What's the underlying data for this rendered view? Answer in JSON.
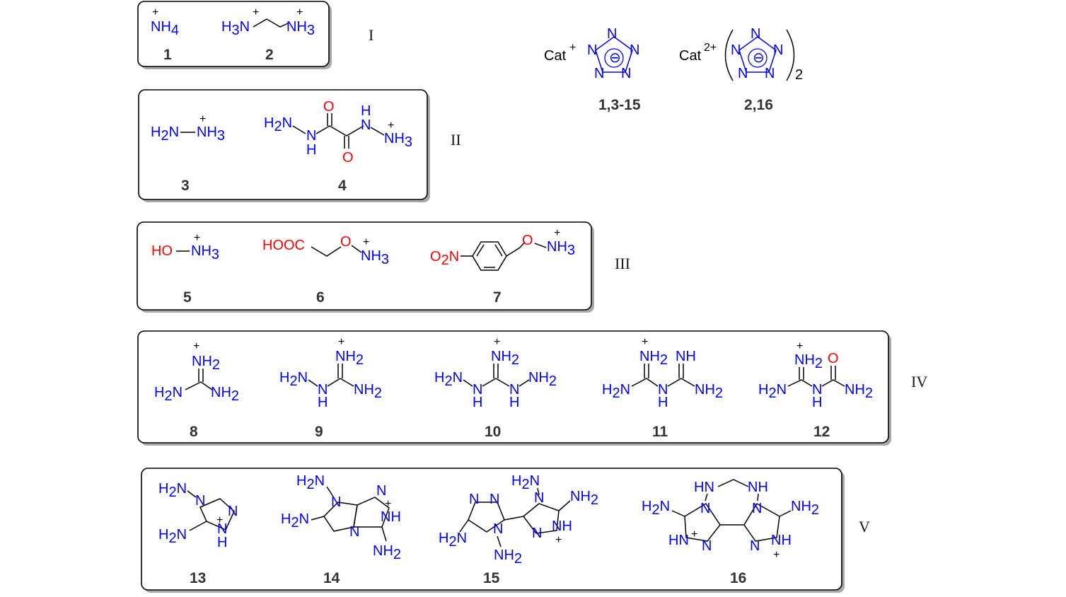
{
  "anion_panel": {
    "cat1_label": "Cat",
    "cat1_charge": "+",
    "cat2_label": "Cat",
    "cat2_charge": "2+",
    "subscript_two": "2",
    "anion_minus": "⊖",
    "n_atom": "N",
    "caption_1": "1,3-15",
    "caption_2": "2,16"
  },
  "groups": [
    {
      "roman": "I",
      "compounds": [
        "1",
        "2"
      ]
    },
    {
      "roman": "II",
      "compounds": [
        "3",
        "4"
      ]
    },
    {
      "roman": "III",
      "compounds": [
        "5",
        "6",
        "7"
      ]
    },
    {
      "roman": "IV",
      "compounds": [
        "8",
        "9",
        "10",
        "11",
        "12"
      ]
    },
    {
      "roman": "V",
      "compounds": [
        "13",
        "14",
        "15",
        "16"
      ]
    }
  ],
  "atoms": {
    "nh4": "NH4",
    "h3n": "H3N",
    "nh3": "NH3",
    "h2n": "H2N",
    "nh2": "NH2",
    "nh": "NH",
    "hn": "HN",
    "n": "N",
    "h": "H",
    "o": "O",
    "ho": "HO",
    "hooc": "HOOC",
    "o2n": "O2N",
    "plus": "+"
  }
}
